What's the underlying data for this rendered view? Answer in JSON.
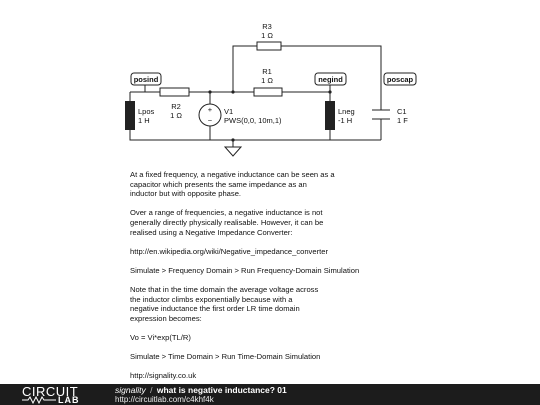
{
  "schematic": {
    "R3": {
      "name": "R3",
      "value": "1 Ω"
    },
    "R1": {
      "name": "R1",
      "value": "1 Ω"
    },
    "R2": {
      "name": "R2",
      "value": "1 Ω"
    },
    "Lpos": {
      "name": "Lpos",
      "value": "1 H"
    },
    "V1": {
      "name": "V1",
      "value": "PWS(0,0, 10m,1)"
    },
    "Lneg": {
      "name": "Lneg",
      "value": "-1 H"
    },
    "C1": {
      "name": "C1",
      "value": "1 F"
    },
    "nodes": [
      "posind",
      "negind",
      "poscap"
    ]
  },
  "notes": [
    "At a fixed frequency, a negative inductance can be seen as a\ncapacitor which presents the same impedance as an\ninductor but with opposite phase.",
    "Over a range of frequencies, a negative inductance is not\ngenerally directly physically realisable. However, it can be\nrealised using a Negative Impedance Converter:",
    "http://en.wikipedia.org/wiki/Negative_impedance_converter",
    "Simulate > Frequency Domain > Run Frequency-Domain Simulation",
    "Note that in the time domain the average voltage across\nthe inductor climbs exponentially because with a\nnegative inductance the first order LR time domain\nexpression becomes:",
    "Vo = Vi*exp(TL/R)",
    "Simulate > Time Domain > Run Time-Domain Simulation",
    "http://signality.co.uk"
  ],
  "footer": {
    "logo_top": "CIRCUIT",
    "logo_bottom": "LAB",
    "user": "signality",
    "separator": "/",
    "title": "what is negative inductance? 01",
    "url": "http://circuitlab.com/c4khf4k"
  }
}
